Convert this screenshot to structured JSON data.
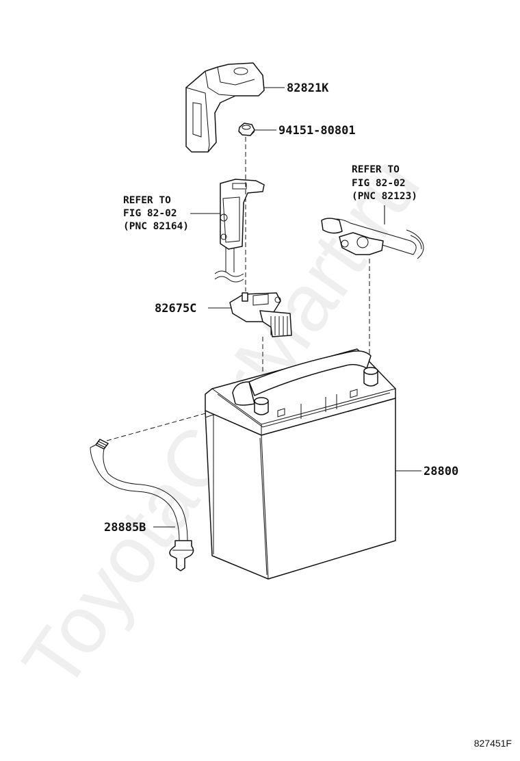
{
  "watermark": "ToyotaCarMart.ru",
  "figure_id": "827451F",
  "parts": {
    "cover": "82821K",
    "nut": "94151-80801",
    "sensor": "82675C",
    "battery": "28800",
    "hose": "28885B"
  },
  "refer_left": {
    "line1": "REFER TO",
    "line2": "FIG 82-02",
    "line3": "(PNC 82164)"
  },
  "refer_right": {
    "line1": "REFER TO",
    "line2": "FIG 82-02",
    "line3": "(PNC 82123)"
  }
}
